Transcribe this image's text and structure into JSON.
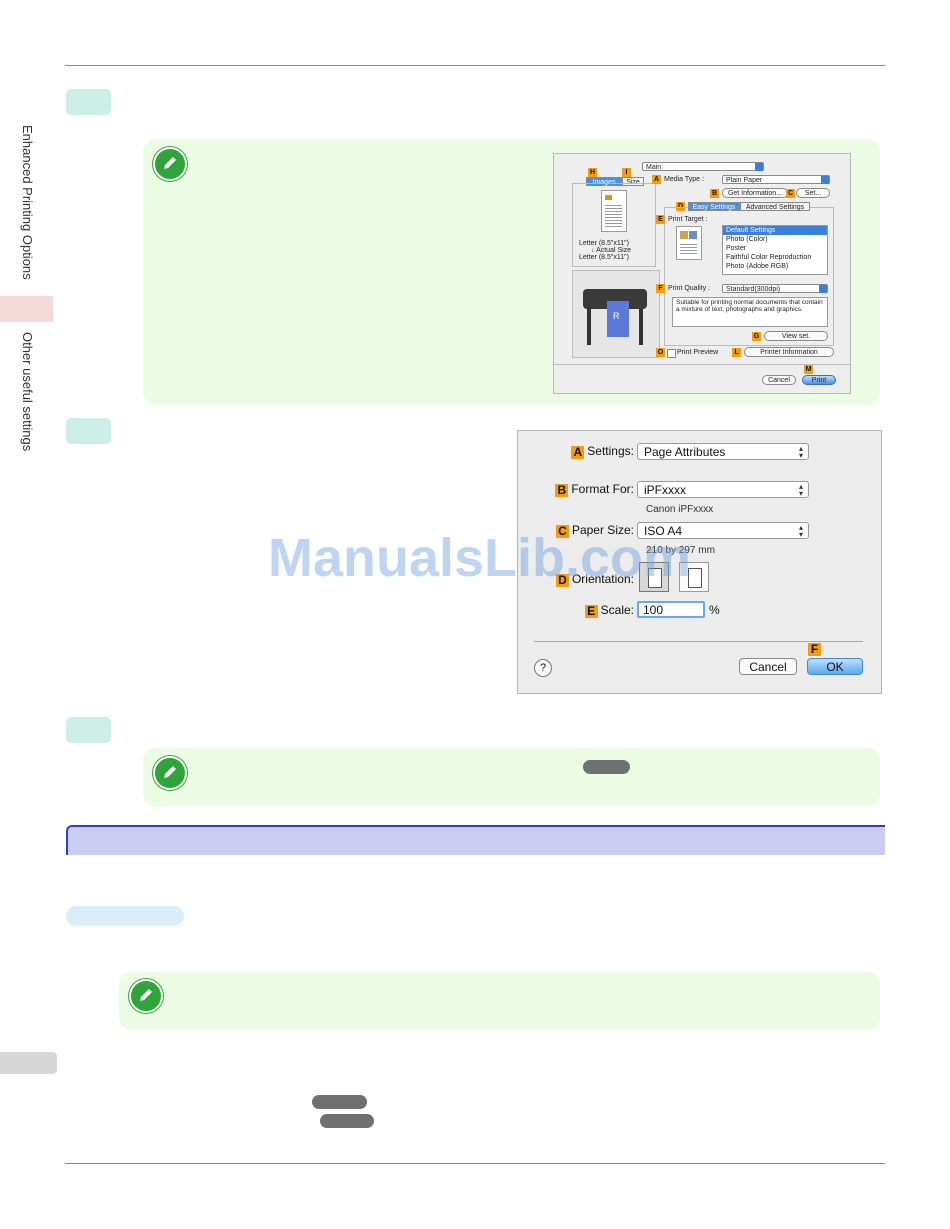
{
  "side_tabs": {
    "section": "Enhanced Printing Options",
    "subsection": "Other useful settings"
  },
  "dialog1": {
    "popup_main": "Main",
    "tab_images": "Images",
    "tab_size": "Size",
    "media_type_label": "Media Type :",
    "media_type_value": "Plain Paper",
    "get_info_button": "Get Information...",
    "set_button": "Set...",
    "tab_easy": "Easy Settings",
    "tab_advanced": "Advanced Settings",
    "print_target_label": "Print Target :",
    "print_target_items": [
      "Default Settings",
      "Photo (Color)",
      "Poster",
      "Faithful Color Reproduction",
      "Photo (Adobe RGB)"
    ],
    "print_quality_label": "Print Quality :",
    "print_quality_value": "Standard(300dpi)",
    "description": "Suitable for printing normal documents that contain a mixture of text, photographs and graphics.",
    "view_set_button": "View set.",
    "preview_line1": "Letter (8.5\"x11\")",
    "preview_line2": "Actual Size",
    "preview_line3": "Letter (8.5\"x11\")",
    "print_preview_label": "Print Preview",
    "printer_info_button": "Printer Information",
    "cancel_button": "Cancel",
    "print_button": "Print",
    "letters": {
      "H": "H",
      "I": "I",
      "A": "A",
      "B": "B",
      "C": "C",
      "D": "D",
      "E": "E",
      "F": "F",
      "G": "G",
      "O": "O",
      "L": "L",
      "M": "M"
    }
  },
  "dialog2": {
    "settings_label": "Settings:",
    "settings_value": "Page Attributes",
    "format_label": "Format For:",
    "format_value": "iPFxxxx",
    "format_sub": "Canon iPFxxxx",
    "paper_label": "Paper Size:",
    "paper_value": "ISO A4",
    "paper_sub": "210 by 297 mm",
    "orientation_label": "Orientation:",
    "scale_label": "Scale:",
    "scale_value": "100",
    "scale_unit": "%",
    "help_icon": "?",
    "cancel_button": "Cancel",
    "ok_button": "OK",
    "letters": {
      "A": "A",
      "B": "B",
      "C": "C",
      "D": "D",
      "E": "E",
      "F": "F"
    }
  },
  "watermark": "ManualsLib.com"
}
